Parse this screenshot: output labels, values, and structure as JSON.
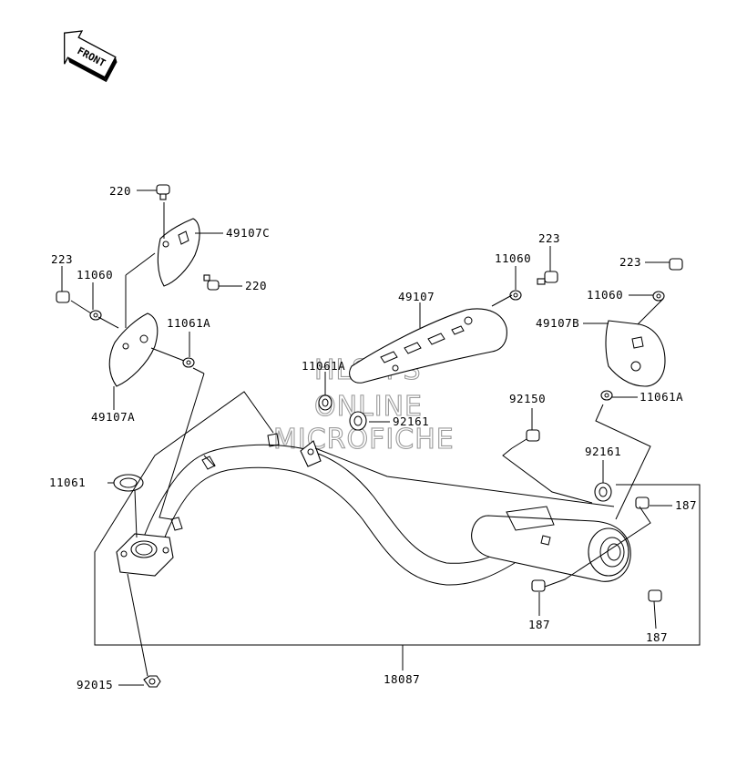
{
  "front_arrow": {
    "label": "FRONT"
  },
  "watermark": {
    "line1": "HLSM'S",
    "line2": "ONLINE",
    "line3": "MICROFICHE"
  },
  "parts": {
    "p220_top": "220",
    "p220_bottom": "220",
    "p49107C": "49107C",
    "p223_left": "223",
    "p11060_left": "11060",
    "p11061A_left": "11061A",
    "p49107A": "49107A",
    "p11061A_mid": "11061A",
    "p49107": "49107",
    "p11060_mid": "11060",
    "p223_mid": "223",
    "p223_right": "223",
    "p11060_right": "11060",
    "p49107B": "49107B",
    "p11061A_right": "11061A",
    "p92150": "92150",
    "p92161_mid": "92161",
    "p92161_right": "92161",
    "p11061": "11061",
    "p187_right": "187",
    "p187_bottom_mid": "187",
    "p187_bottom_right": "187",
    "p18087": "18087",
    "p92015": "92015"
  }
}
